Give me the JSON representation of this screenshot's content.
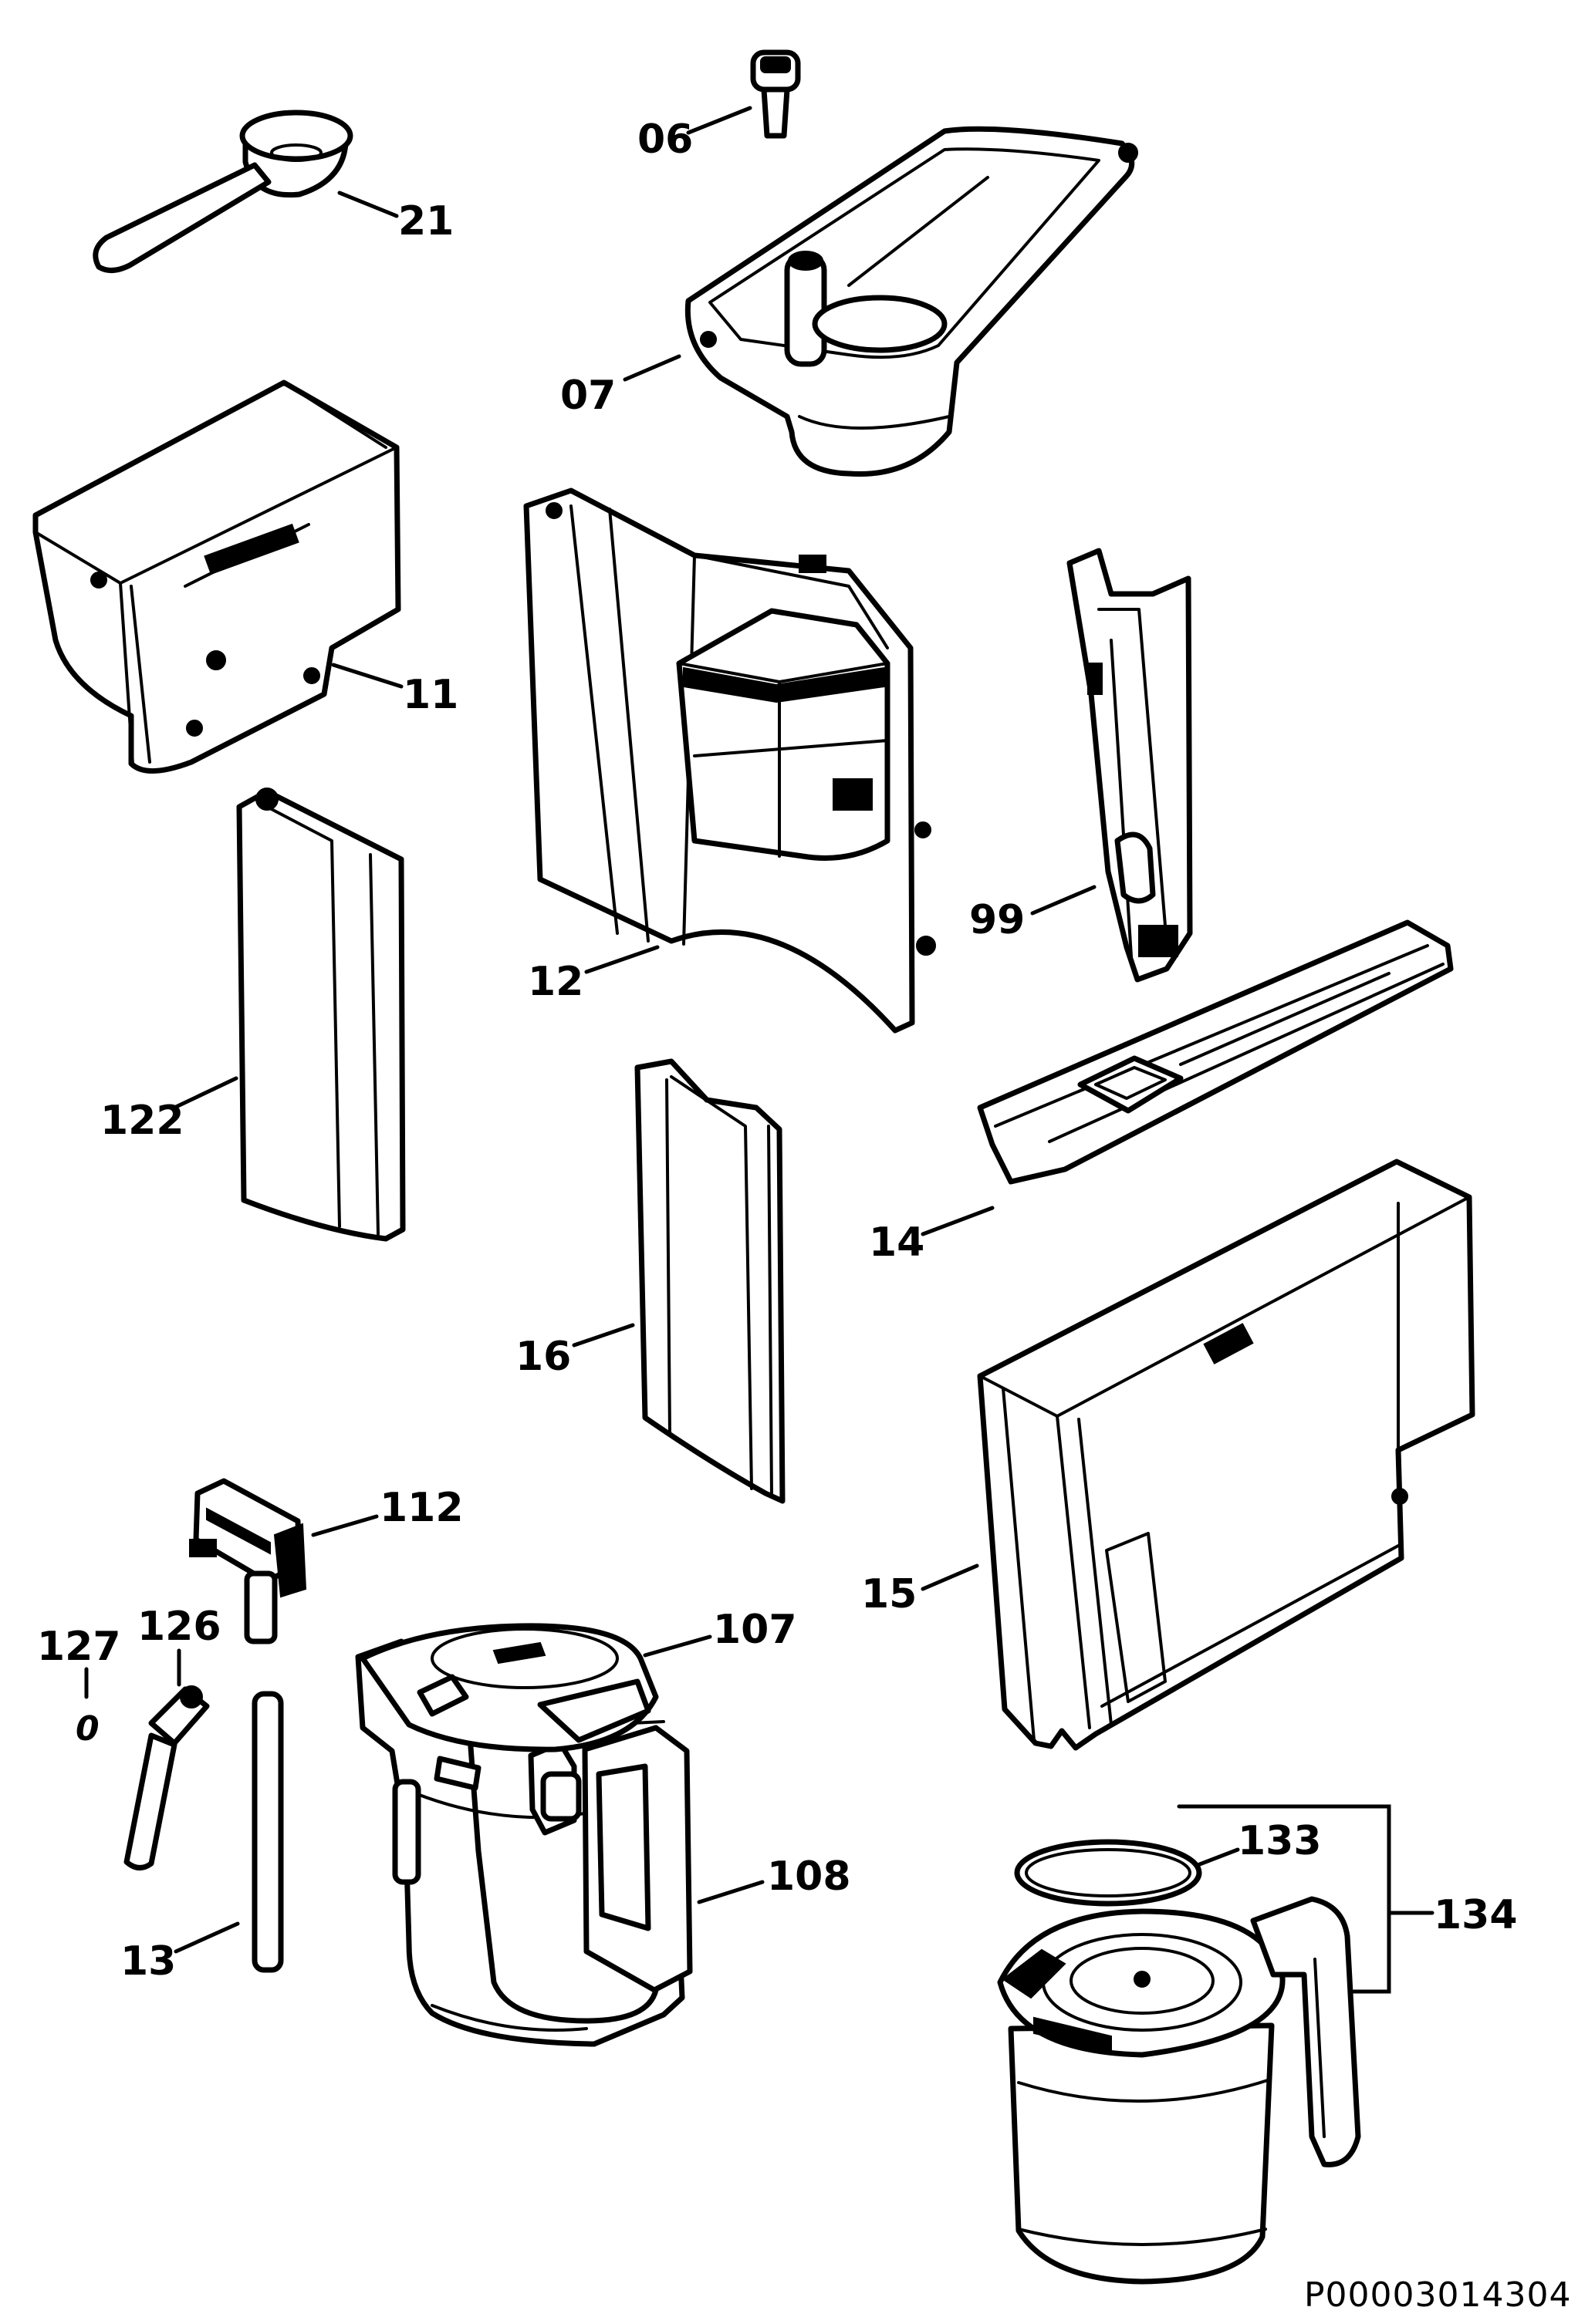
{
  "diagram": {
    "drawing_code": "P00003014304",
    "labels": {
      "p06": "06",
      "p21": "21",
      "p07": "07",
      "p11": "11",
      "p12": "12",
      "p99": "99",
      "p122": "122",
      "p14": "14",
      "p16": "16",
      "p15": "15",
      "p112": "112",
      "p127": "127",
      "p126": "126",
      "p127_sub": "0",
      "p107": "107",
      "p108": "108",
      "p13": "13",
      "p133": "133",
      "p134": "134"
    }
  }
}
